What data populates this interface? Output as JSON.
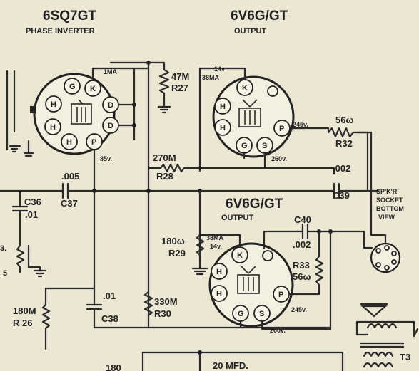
{
  "tubes": {
    "v1": {
      "type": "6SQ7GT",
      "function": "PHASE INVERTER",
      "current": "1MA",
      "plate_voltage": "85v.",
      "pins": [
        "G",
        "K",
        "D",
        "H",
        "D",
        "H",
        "P"
      ]
    },
    "v2": {
      "type": "6V6G/GT",
      "function": "OUTPUT",
      "screen_voltage": "14v",
      "current": "38MA",
      "plate_voltage": "245v.",
      "screen_grid_voltage": "260v.",
      "pins": [
        "K",
        "H",
        "H",
        "P",
        "G",
        "S"
      ]
    },
    "v3": {
      "type": "6V6G/GT",
      "function": "OUTPUT",
      "screen_voltage": "14v.",
      "current": "38MA",
      "plate_voltage": "245v.",
      "screen_grid_voltage": "260v.",
      "pins": [
        "K",
        "H",
        "H",
        "P",
        "G",
        "S"
      ]
    }
  },
  "components": {
    "r27": {
      "value": "47M",
      "ref": "R27"
    },
    "r28": {
      "value": "270M",
      "ref": "R28"
    },
    "r29": {
      "value": "180ω",
      "ref": "R29"
    },
    "r30": {
      "value": "330M",
      "ref": "R30"
    },
    "r32": {
      "value": "56ω",
      "ref": "R32"
    },
    "r33": {
      "value": "56ω",
      "ref": "R33"
    },
    "r26": {
      "value": "180M",
      "ref": "R 26"
    },
    "c36": {
      "value": ".01",
      "ref": "C36"
    },
    "c37": {
      "value": ".005",
      "ref": "C37"
    },
    "c38": {
      "value": ".01",
      "ref": "C38"
    },
    "c39": {
      "value": ".002",
      "ref": "C39"
    },
    "c40": {
      "value": ".002",
      "ref": "C40"
    },
    "filter": {
      "value": "20 MFD."
    },
    "t3": {
      "ref": "T3"
    }
  },
  "speaker_socket": {
    "line1": "SP'K'R",
    "line2": "SOCKET",
    "line3": "BOTTOM",
    "line4": "VIEW"
  },
  "edge_fragments": {
    "left_a": "3.",
    "left_b": "5",
    "bottom_cut": "180"
  }
}
